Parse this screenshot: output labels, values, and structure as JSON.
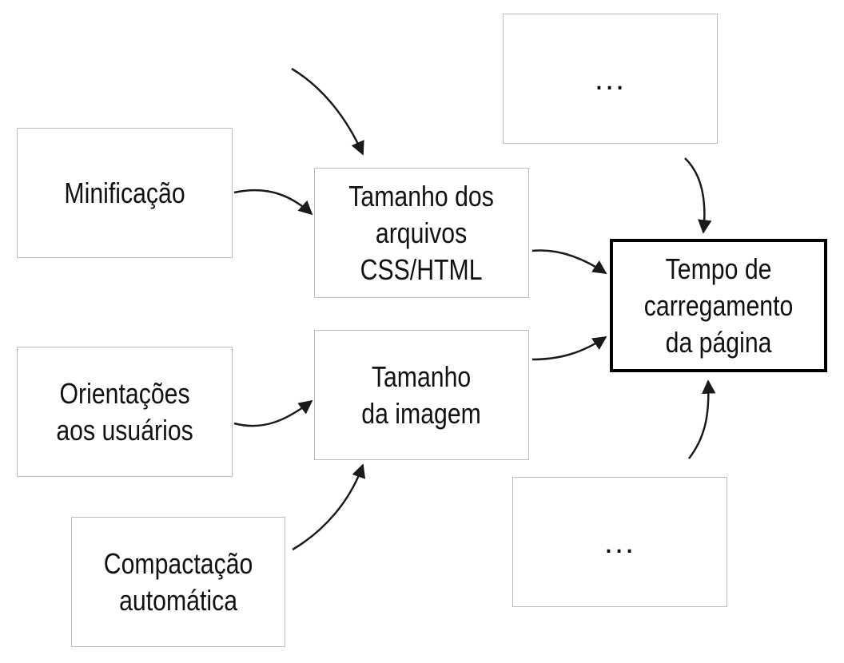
{
  "diagram": {
    "nodes": {
      "minificacao": "Minificação",
      "orientacoes": "Orientações\naos usuários",
      "compactacao": "Compactação\nautomática",
      "tamanho_arquivos": "Tamanho dos\narquivos\nCSS/HTML",
      "tamanho_imagem": "Tamanho\nda imagem",
      "tempo_carregamento": "Tempo de\ncarregamento\nda página",
      "outro_topo": "...",
      "outro_baixo": "..."
    },
    "edges": [
      {
        "from": "",
        "to": "tamanho_arquivos"
      },
      {
        "from": "minificacao",
        "to": "tamanho_arquivos"
      },
      {
        "from": "tamanho_arquivos",
        "to": "tempo_carregamento"
      },
      {
        "from": "tamanho_imagem",
        "to": "tempo_carregamento"
      },
      {
        "from": "orientacoes",
        "to": "tamanho_imagem"
      },
      {
        "from": "compactacao",
        "to": "tamanho_imagem"
      },
      {
        "from": "outro_topo",
        "to": "tempo_carregamento"
      },
      {
        "from": "outro_baixo",
        "to": "tempo_carregamento"
      }
    ],
    "colors": {
      "box_border": "#bdbdbd",
      "main_border": "#000000",
      "arrow": "#1a1a1a",
      "text": "#111111"
    }
  }
}
